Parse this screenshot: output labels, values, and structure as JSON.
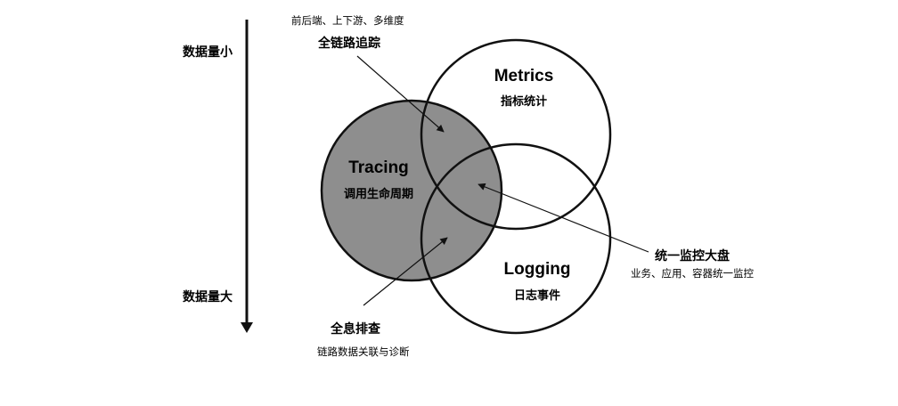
{
  "axis": {
    "top_label": "数据量小",
    "bottom_label": "数据量大"
  },
  "circles": {
    "tracing": {
      "title": "Tracing",
      "subtitle": "调用生命周期",
      "fill": "#8e8e8e"
    },
    "metrics": {
      "title": "Metrics",
      "subtitle": "指标统计"
    },
    "logging": {
      "title": "Logging",
      "subtitle": "日志事件"
    }
  },
  "annotations": {
    "full_trace": {
      "note": "前后端、上下游、多维度",
      "title": "全链路追踪"
    },
    "dashboard": {
      "title": "统一监控大盘",
      "note": "业务、应用、容器统一监控"
    },
    "full_debug": {
      "title": "全息排查",
      "note": "链路数据关联与诊断"
    }
  },
  "colors": {
    "stroke": "#111111",
    "overlap_fill": "#8e8e8e",
    "background": "#ffffff"
  }
}
